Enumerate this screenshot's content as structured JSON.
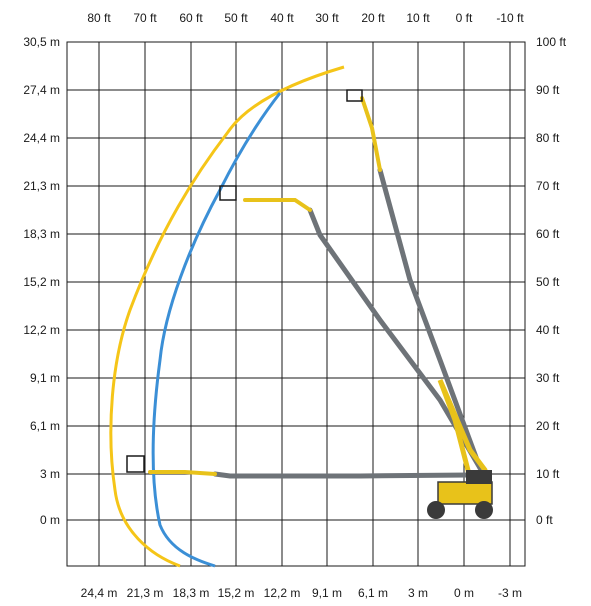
{
  "chart_data": {
    "type": "diagram",
    "top_ft_labels": [
      "80 ft",
      "70 ft",
      "60 ft",
      "50 ft",
      "40 ft",
      "30 ft",
      "20 ft",
      "10 ft",
      "0 ft",
      "-10 ft"
    ],
    "left_m_labels": [
      "30,5 m",
      "27,4 m",
      "24,4 m",
      "21,3 m",
      "18,3 m",
      "15,2 m",
      "12,2 m",
      "9,1 m",
      "6,1 m",
      "3 m",
      "0 m"
    ],
    "right_ft_labels": [
      "100 ft",
      "90 ft",
      "80 ft",
      "70 ft",
      "60 ft",
      "50 ft",
      "40 ft",
      "30 ft",
      "20 ft",
      "10 ft",
      "0 ft"
    ],
    "bottom_m_labels": [
      "24,4 m",
      "21,3 m",
      "18,3 m",
      "15,2 m",
      "12,2 m",
      "9,1 m",
      "6,1 m",
      "3 m",
      "0 m",
      "-3 m"
    ],
    "colors": {
      "grid": "#1a1a1a",
      "outer_envelope": "#f5c518",
      "inner_envelope": "#3b8fd6",
      "boom_grey": "#6e7378",
      "boom_yellow": "#e8c21a",
      "chassis": "#3a3a3a"
    }
  }
}
